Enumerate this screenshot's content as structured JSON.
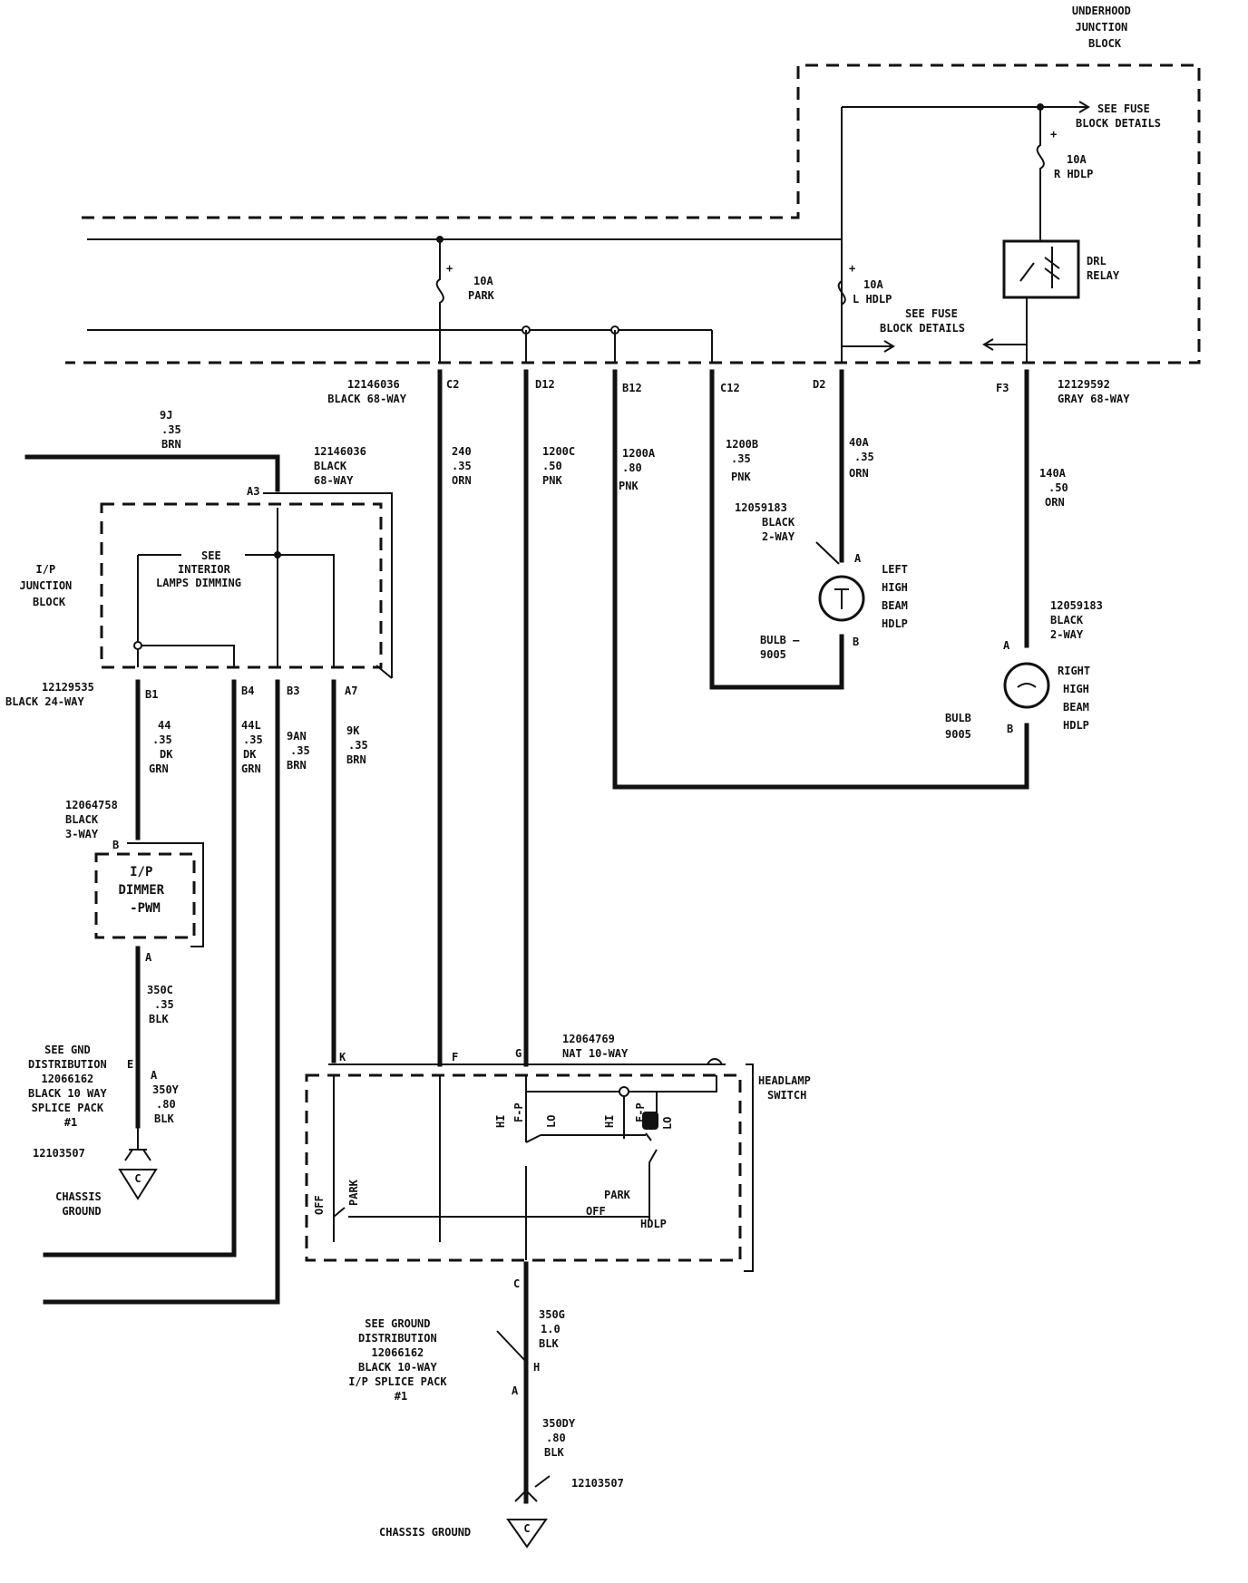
{
  "labels": {
    "underhood_block": [
      "UNDERHOOD",
      "JUNCTION",
      "BLOCK"
    ],
    "see_fuse_top": [
      "SEE FUSE",
      "BLOCK DETAILS"
    ],
    "fuse_r_hdlp": [
      "10A",
      "R HDLP"
    ],
    "drl_relay": [
      "DRL",
      "RELAY"
    ],
    "fuse_park": [
      "10A",
      "PARK"
    ],
    "fuse_l_hdlp": [
      "10A",
      "L HDLP"
    ],
    "see_fuse_mid": [
      "SEE FUSE",
      "BLOCK DETAILS"
    ],
    "conn_left": [
      "12146036",
      "BLACK 68-WAY"
    ],
    "conn_right": [
      "12129592",
      "GRAY 68-WAY"
    ],
    "pins_top": [
      "C2",
      "D12",
      "B12",
      "C12",
      "D2",
      "F3"
    ],
    "wire_9j": [
      "9J",
      ".35",
      "BRN"
    ],
    "ip_conn": [
      "12146036",
      "BLACK",
      "68-WAY"
    ],
    "pin_a3": "A3",
    "ip_block": [
      "I/P",
      "JUNCTION",
      "BLOCK"
    ],
    "see_interior": [
      "SEE",
      "INTERIOR",
      "LAMPS DIMMING"
    ],
    "conn_24way": [
      "12129535",
      "BLACK 24-WAY"
    ],
    "pins_ip": [
      "B1",
      "B4",
      "B3",
      "A7"
    ],
    "wire_44": [
      "44",
      ".35",
      "DK",
      "GRN"
    ],
    "wire_44l": [
      "44L",
      ".35",
      "DK",
      "GRN"
    ],
    "wire_9an": [
      "9AN",
      ".35",
      "BRN"
    ],
    "wire_9k": [
      "9K",
      ".35",
      "BRN"
    ],
    "wire_240": [
      "240",
      ".35",
      "ORN"
    ],
    "wire_1200c": [
      "1200C",
      ".50",
      "PNK"
    ],
    "wire_1200a": [
      "1200A",
      ".80",
      "PNK"
    ],
    "wire_1200b": [
      "1200B",
      ".35",
      "PNK"
    ],
    "wire_40a": [
      "40A",
      ".35",
      "ORN"
    ],
    "wire_140a": [
      "140A",
      ".50",
      "ORN"
    ],
    "bulb_conn_left": [
      "12059183",
      "BLACK",
      "2-WAY"
    ],
    "bulb_conn_right": [
      "12059183",
      "BLACK",
      "2-WAY"
    ],
    "left_lamp": [
      "LEFT",
      "HIGH",
      "BEAM",
      "HDLP"
    ],
    "right_lamp": [
      "RIGHT",
      "HIGH",
      "BEAM",
      "HDLP"
    ],
    "bulb_left": [
      "BULB —",
      "9005"
    ],
    "bulb_right": [
      "BULB",
      "9005"
    ],
    "pin_a": "A",
    "pin_b": "B",
    "dimmer_conn": [
      "12064758",
      "BLACK",
      "3-WAY"
    ],
    "dimmer": [
      "I/P",
      "DIMMER",
      "-PWM"
    ],
    "wire_350c": [
      "350C",
      ".35",
      "BLK"
    ],
    "gnd_left": [
      "SEE GND",
      "DISTRIBUTION",
      "12066162",
      "BLACK 10 WAY",
      "SPLICE PACK",
      "#1"
    ],
    "wire_350y": [
      "350Y",
      ".80",
      "BLK"
    ],
    "gnd_conn_left": "12103507",
    "chassis_left": [
      "CHASSIS",
      "GROUND"
    ],
    "switch_conn": [
      "12064769",
      "NAT 10-WAY"
    ],
    "switch_pins": [
      "K",
      "F",
      "G"
    ],
    "headlamp_switch": [
      "HEADLAMP",
      "SWITCH"
    ],
    "switch_text": [
      "HI",
      "F-P",
      "LO",
      "HI",
      "F-P",
      "LO",
      "OFF",
      "PARK",
      "PARK",
      "OFF",
      "HDLP"
    ],
    "pin_c": "C",
    "wire_350g": [
      "350G",
      "1.0",
      "BLK"
    ],
    "gnd_center": [
      "SEE GROUND",
      "DISTRIBUTION",
      "12066162",
      "BLACK 10-WAY",
      "I/P SPLICE PACK",
      "#1"
    ],
    "pin_h": "H",
    "wire_350dy": [
      "350DY",
      ".80",
      "BLK"
    ],
    "gnd_conn_center": "12103507",
    "chassis_center": "CHASSIS GROUND",
    "ground_mark": "C",
    "pin_e": "E"
  }
}
